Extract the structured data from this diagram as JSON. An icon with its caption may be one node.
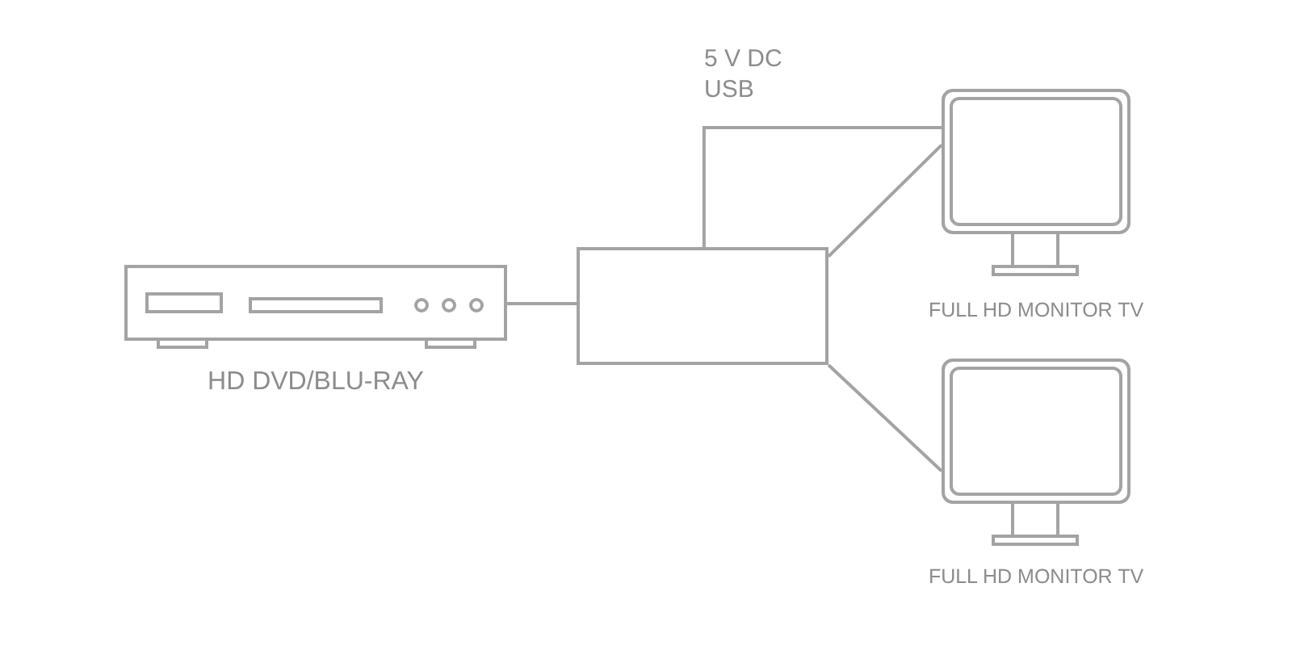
{
  "diagram": {
    "nodes": [
      {
        "text": [
          "HD DVD/BLU-RAY"
        ]
      },
      {
        "text": [],
        "shape": "box"
      },
      {
        "text": [
          "FULL HD MONITOR TV"
        ]
      },
      {
        "text": [
          "FULL HD MONITOR TV"
        ]
      }
    ],
    "edges": [
      {
        "from": 0,
        "to": 1,
        "arrow": "none"
      },
      {
        "from": 1,
        "to": 2,
        "arrow": "none",
        "label": "5 V DC USB"
      },
      {
        "from": 1,
        "to": 2,
        "arrow": "none"
      },
      {
        "from": 1,
        "to": 3,
        "arrow": "none"
      }
    ]
  }
}
